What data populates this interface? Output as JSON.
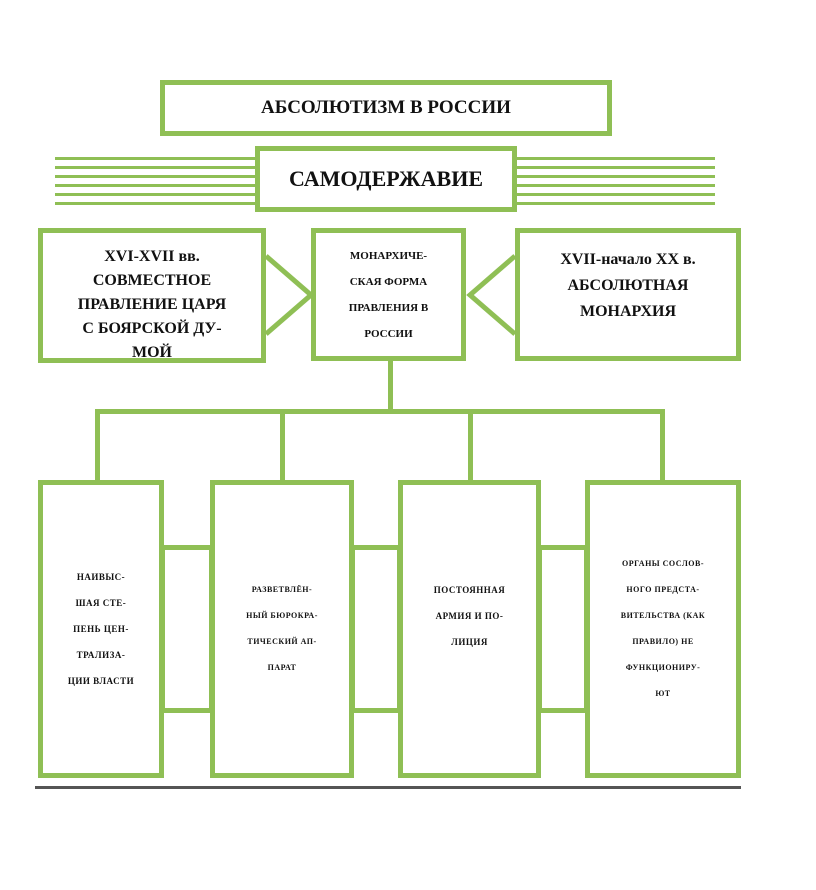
{
  "title": "АБСОЛЮТИЗМ В РОССИИ",
  "subtitle": "САМОДЕРЖАВИЕ",
  "left": [
    "XVI-XVII вв.",
    "СОВМЕСТНОЕ",
    "ПРАВЛЕНИЕ ЦАРЯ",
    "С БОЯРСКОЙ ДУ-",
    "МОЙ"
  ],
  "center": [
    "МОНАРХИЧЕ-",
    "СКАЯ ФОРМА",
    "ПРАВЛЕНИЯ В",
    "РОССИИ"
  ],
  "right": [
    "XVII-начало XX в.",
    "АБСОЛЮТНАЯ",
    "МОНАРХИЯ"
  ],
  "features": [
    [
      "НАИВЫС-",
      "ШАЯ СТЕ-",
      "ПЕНЬ ЦЕН-",
      "ТРАЛИЗА-",
      "ЦИИ ВЛАСТИ"
    ],
    [
      "РАЗВЕТВЛЁН-",
      "НЫЙ БЮРОКРА-",
      "ТИЧЕСКИЙ АП-",
      "ПАРАТ"
    ],
    [
      "ПОСТОЯННАЯ",
      "АРМИЯ И ПО-",
      "ЛИЦИЯ"
    ],
    [
      "ОРГАНЫ СОСЛОВ-",
      "НОГО ПРЕДСТА-",
      "ВИТЕЛЬСТВА (КАК",
      "ПРАВИЛО) НЕ",
      "ФУНКЦИОНИРУ-",
      "ЮТ"
    ]
  ],
  "colors": {
    "green": "#8fbf55"
  }
}
